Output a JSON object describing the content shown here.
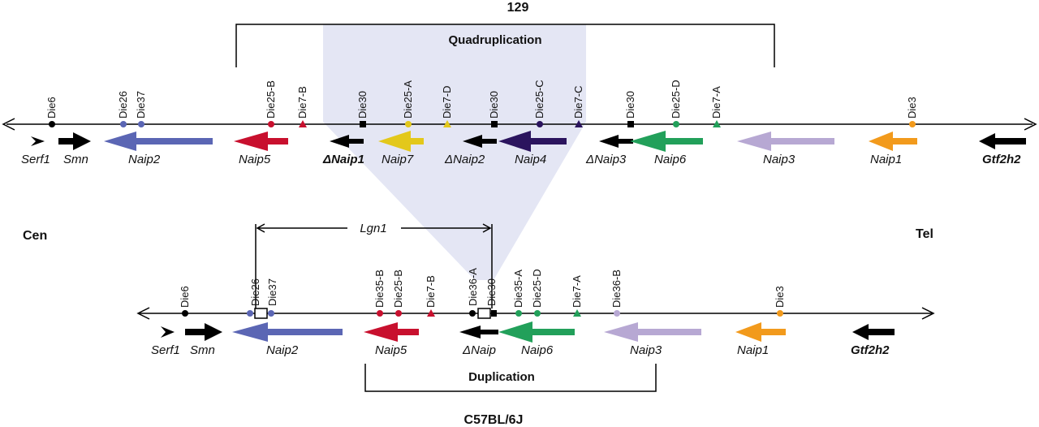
{
  "strain_top": "129",
  "strain_bottom": "C57BL/6J",
  "quadruplication_label": "Quadruplication",
  "duplication_label": "Duplication",
  "lgn1_label": "Lgn1",
  "cen_label": "Cen",
  "tel_label": "Tel",
  "colors": {
    "blue": "#5b66b4",
    "red": "#c8102e",
    "yellow": "#e3c81b",
    "dark_purple": "#2b145e",
    "green": "#22a05a",
    "lavender": "#b7a8d3",
    "orange": "#f29a1c",
    "black": "#000000",
    "shade": "#e4e6f4"
  },
  "top_markers": [
    "Die6",
    "Die26",
    "Die37",
    "Die25-B",
    "Die7-B",
    "Die30",
    "Die25-A",
    "Die7-D",
    "Die30",
    "Die25-C",
    "Die7-C",
    "Die30",
    "Die25-D",
    "Die7-A",
    "Die3"
  ],
  "top_genes": [
    "Serf1",
    "Smn",
    "Naip2",
    "Naip5",
    "ΔNaip1",
    "Naip7",
    "ΔNaip2",
    "Naip4",
    "ΔNaip3",
    "Naip6",
    "Naip3",
    "Naip1",
    "Gtf2h2"
  ],
  "bottom_markers": [
    "Die6",
    "Die26",
    "Die37",
    "Die35-B",
    "Die25-B",
    "Die7-B",
    "Die36-A",
    "Die30",
    "Die35-A",
    "Die25-D",
    "Die7-A",
    "Die36-B",
    "Die3"
  ],
  "bottom_genes": [
    "Serf1",
    "Smn",
    "Naip2",
    "Naip5",
    "ΔNaip",
    "Naip6",
    "Naip3",
    "Naip1",
    "Gtf2h2"
  ]
}
